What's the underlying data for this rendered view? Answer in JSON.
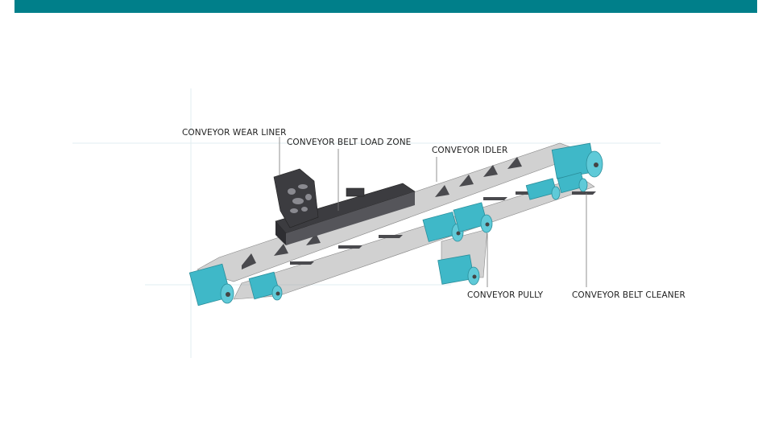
{
  "header": {
    "color": "#007f8a"
  },
  "diagram": {
    "labels": {
      "wear_liner": "CONVEYOR WEAR LINER",
      "load_zone": "CONVEYOR BELT LOAD ZONE",
      "idler": "CONVEYOR IDLER",
      "pulley": "CONVEYOR PULLY",
      "cleaner": "CONVEYOR BELT CLEANER"
    },
    "colors": {
      "pulley": "#3fb8c8",
      "frame": "#3c3c40",
      "belt": "#9a9a9a"
    }
  }
}
